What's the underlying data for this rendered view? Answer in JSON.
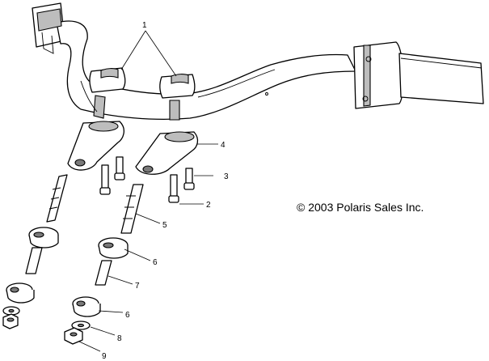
{
  "copyright": "© 2003 Polaris Sales Inc.",
  "callouts": {
    "c1": "1",
    "c2": "2",
    "c3": "3",
    "c4": "4",
    "c5": "5",
    "c6a": "6",
    "c6b": "6",
    "c7": "7",
    "c8": "8",
    "c9": "9"
  },
  "colors": {
    "line": "#000000",
    "background": "#ffffff",
    "shade": "#bdbdbd"
  }
}
